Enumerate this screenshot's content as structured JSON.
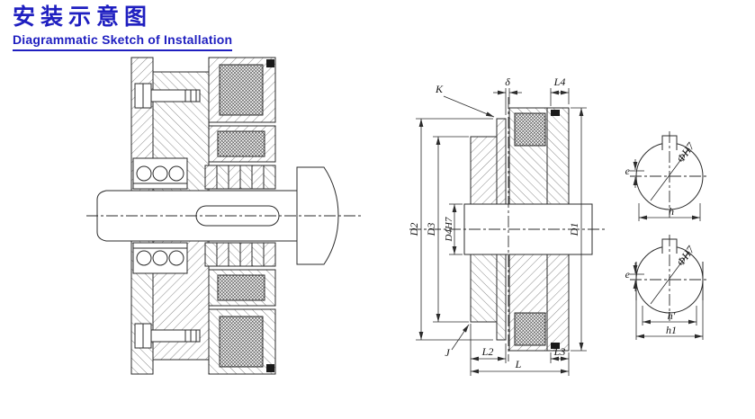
{
  "header": {
    "title_cn": "安装示意图",
    "title_en": "Diagrammatic Sketch of Installation"
  },
  "colors": {
    "accent_blue": "#1f1fc0",
    "line_color": "#2b2b2b"
  },
  "middle_view": {
    "labels": {
      "k": "K",
      "delta": "δ",
      "l4": "L4",
      "d2": "D2",
      "d3": "D3",
      "d4h7": "D4H7",
      "d1": "D1",
      "j": "J",
      "l2": "L2",
      "l": "L",
      "l3": "L3"
    }
  },
  "shaft_sections": {
    "top": {
      "bore": "ΦH7",
      "e": "e",
      "h": "h"
    },
    "bottom": {
      "bore": "ΦH7",
      "e": "e",
      "h_prime": "h'",
      "h1": "h1"
    }
  }
}
